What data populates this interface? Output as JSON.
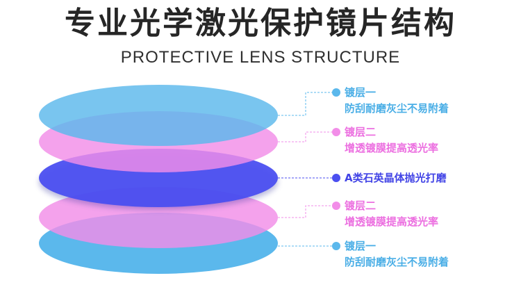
{
  "header": {
    "title": "专业光学激光保护镜片结构",
    "subtitle": "PROTECTIVE LENS STRUCTURE"
  },
  "colors": {
    "title": "#262626",
    "coating_one": "#5bb8ec",
    "coating_two": "#f28de8",
    "quartz": "#4b4ff0"
  },
  "layers": [
    {
      "name": "镀层一",
      "desc": "防刮耐磨灰尘不易附着",
      "color": "#5bb8ec"
    },
    {
      "name": "镀层二",
      "desc": "增透镀膜提高透光率",
      "color": "#f28de8"
    },
    {
      "name": "A类石英晶体抛光打磨",
      "desc": "",
      "color": "#4b4ff0"
    },
    {
      "name": "镀层二",
      "desc": "增透镀膜提高透光率",
      "color": "#f28de8"
    },
    {
      "name": "镀层一",
      "desc": "防刮耐磨灰尘不易附着",
      "color": "#5bb8ec"
    }
  ]
}
